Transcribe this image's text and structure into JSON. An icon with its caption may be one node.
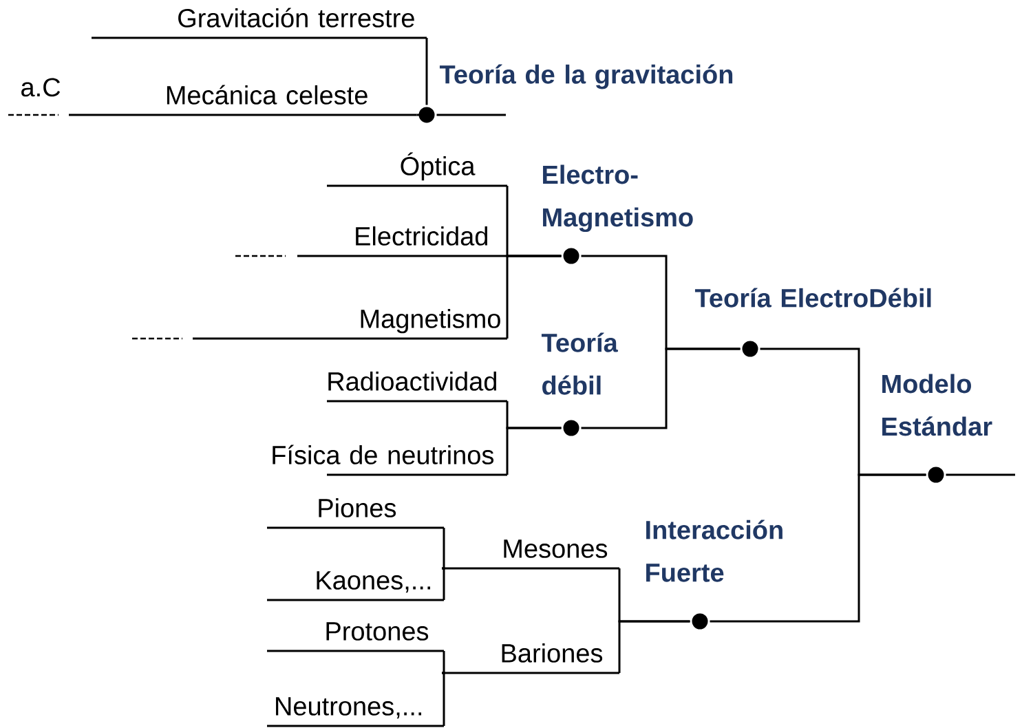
{
  "diagram": {
    "nodes": [
      {
        "text": [
          "Gravitación terrestre"
        ]
      },
      {
        "text": [
          "Mecánica celeste"
        ]
      },
      {
        "text": [],
        "shape": "circle",
        "beside": [
          "Teoría de la gravitación"
        ]
      },
      {
        "text": [
          "Óptica"
        ]
      },
      {
        "text": [
          "Electricidad"
        ]
      },
      {
        "text": [
          "Magnetismo"
        ]
      },
      {
        "text": [],
        "shape": "circle",
        "beside": [
          "Electro- Magnetismo"
        ]
      },
      {
        "text": [
          "Radioactividad"
        ]
      },
      {
        "text": [
          "Física de neutrinos"
        ]
      },
      {
        "text": [],
        "shape": "circle",
        "beside": [
          "Teoría débil"
        ]
      },
      {
        "text": [],
        "shape": "circle",
        "beside": [
          "Teoría ElectroDébil"
        ]
      },
      {
        "text": [
          "Piones"
        ]
      },
      {
        "text": [
          "Kaones,..."
        ]
      },
      {
        "text": [
          "Mesones"
        ]
      },
      {
        "text": [
          "Protones"
        ]
      },
      {
        "text": [
          "Neutrones,..."
        ]
      },
      {
        "text": [
          "Bariones"
        ]
      },
      {
        "text": [],
        "shape": "circle",
        "beside": [
          "Interacción Fuerte"
        ]
      },
      {
        "text": [],
        "shape": "circle",
        "beside": [
          "Modelo Estándar"
        ]
      }
    ],
    "edges": [
      {
        "from": 0,
        "to": 2,
        "arrow": "none"
      },
      {
        "from": 1,
        "to": 2,
        "arrow": "none"
      },
      {
        "from": 2,
        "to": null,
        "arrow": "none"
      },
      {
        "from": 3,
        "to": 6,
        "arrow": "none"
      },
      {
        "from": 4,
        "to": 6,
        "arrow": "none"
      },
      {
        "from": 5,
        "to": 6,
        "arrow": "none"
      },
      {
        "from": 7,
        "to": 9,
        "arrow": "none"
      },
      {
        "from": 8,
        "to": 9,
        "arrow": "none"
      },
      {
        "from": 6,
        "to": 10,
        "arrow": "none"
      },
      {
        "from": 9,
        "to": 10,
        "arrow": "none"
      },
      {
        "from": 11,
        "to": 13,
        "arrow": "none"
      },
      {
        "from": 12,
        "to": 13,
        "arrow": "none"
      },
      {
        "from": 14,
        "to": 16,
        "arrow": "none"
      },
      {
        "from": 15,
        "to": 16,
        "arrow": "none"
      },
      {
        "from": 13,
        "to": 17,
        "arrow": "none"
      },
      {
        "from": 16,
        "to": 17,
        "arrow": "none"
      },
      {
        "from": 10,
        "to": 18,
        "arrow": "none"
      },
      {
        "from": 17,
        "to": 18,
        "arrow": "none"
      },
      {
        "from": 18,
        "to": null,
        "arrow": "none"
      }
    ],
    "labels": [
      "a.C"
    ]
  }
}
